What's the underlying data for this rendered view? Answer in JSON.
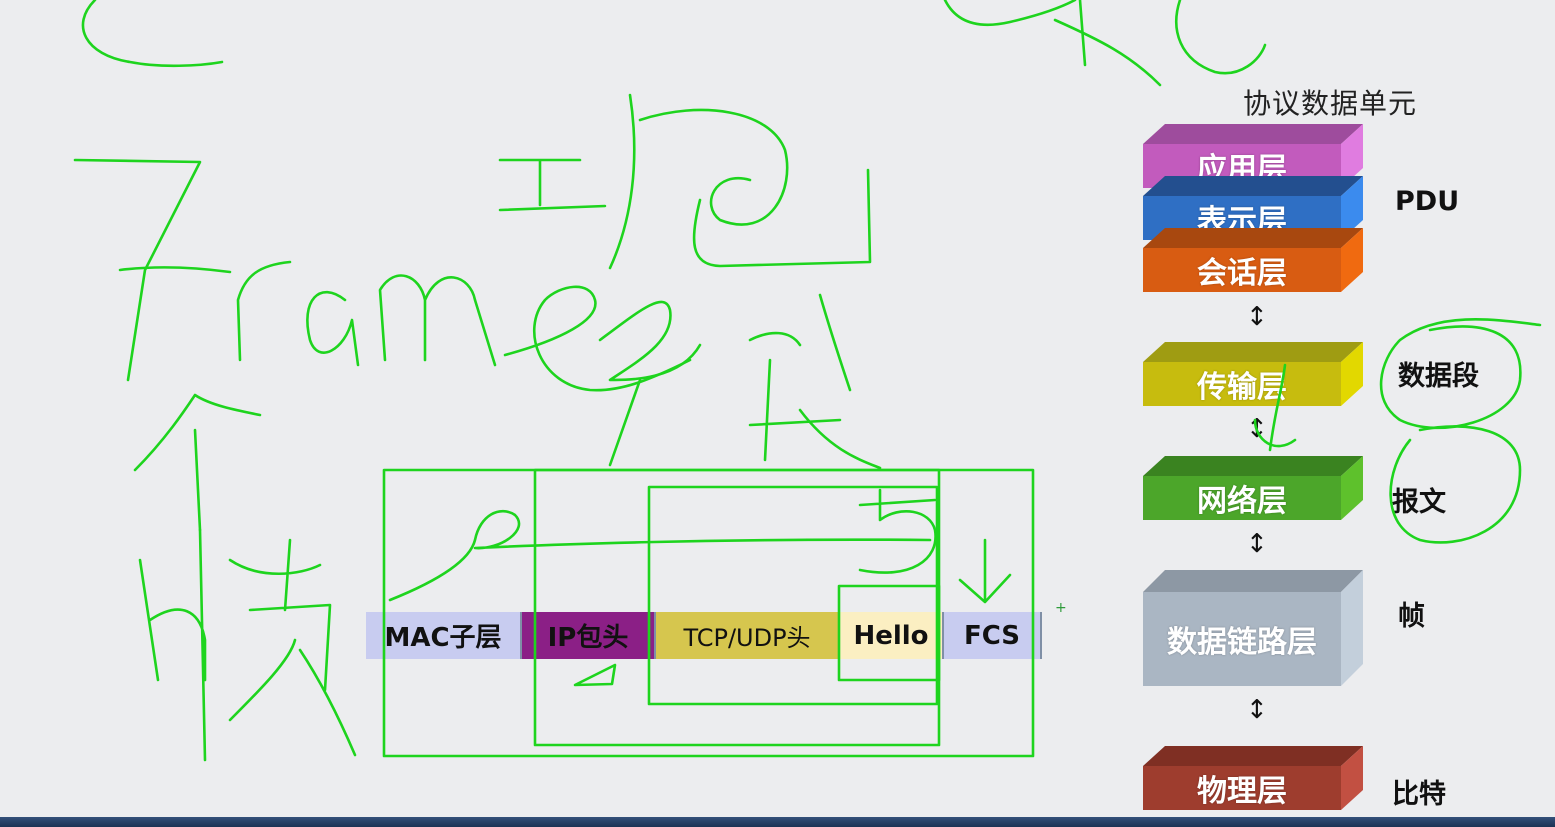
{
  "pdu_title": "协议数据单元",
  "layers": [
    {
      "label": "应用层",
      "color": "#c25bbd",
      "top_color": "#9e4c9d",
      "side_color": "#e07ce0"
    },
    {
      "label": "表示层",
      "color": "#2f6fc4",
      "top_color": "#234f8f",
      "side_color": "#3b8bee"
    },
    {
      "label": "会话层",
      "color": "#d85c12",
      "top_color": "#a8480f",
      "side_color": "#f06a10"
    },
    {
      "label": "传输层",
      "color": "#c7bc0e",
      "top_color": "#9f9c12",
      "side_color": "#e2d800"
    },
    {
      "label": "网络层",
      "color": "#4ca62a",
      "top_color": "#3a8320",
      "side_color": "#5ec12c"
    },
    {
      "label": "数据链路层",
      "color": "#aab6c3",
      "top_color": "#8d98a4",
      "side_color": "#c3cfdb"
    },
    {
      "label": "物理层",
      "color": "#9e3d2e",
      "top_color": "#7f2f23",
      "side_color": "#c25042"
    }
  ],
  "pdu_labels": {
    "upper": "PDU",
    "transport": "数据段",
    "network": "报文",
    "datalink": "帧",
    "physical": "比特"
  },
  "arrow_glyph": "↕",
  "frame_segments": [
    {
      "label": "MAC子层",
      "bg": "#c8ccf0"
    },
    {
      "label": "IP包头",
      "bg": "#8b1f86"
    },
    {
      "label": "TCP/UDP头",
      "bg": "#d6c64e"
    },
    {
      "label": "Hello",
      "bg": "#fbefc2"
    },
    {
      "label": "FCS",
      "bg": "#c8ccf0"
    }
  ],
  "plus_mark": "+"
}
